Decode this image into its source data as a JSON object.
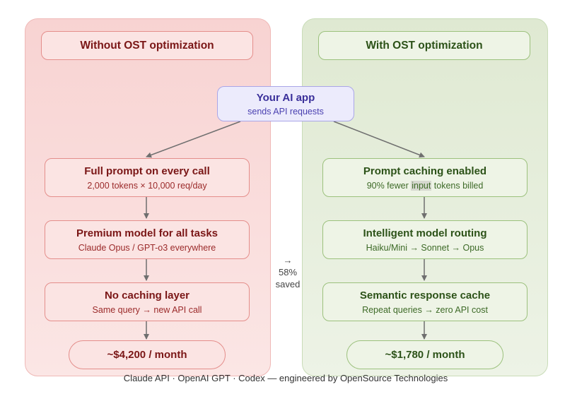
{
  "left": {
    "header": "Without OST optimization",
    "steps": [
      {
        "title": "Full prompt on every call",
        "subtitle": "2,000 tokens × 10,000 req/day"
      },
      {
        "title": "Premium model for all tasks",
        "subtitle": "Claude Opus / GPT-o3 everywhere"
      },
      {
        "title": "No caching layer",
        "subtitle": "Same query → new API call"
      }
    ],
    "result": "~$4,200 / month"
  },
  "right": {
    "header": "With OST optimization",
    "steps": [
      {
        "title": "Prompt caching enabled",
        "subtitle_pre": "90% fewer ",
        "subtitle_hl": "input",
        "subtitle_post": " tokens billed"
      },
      {
        "title": "Intelligent model routing",
        "subtitle": "Haiku/Mini → Sonnet → Opus"
      },
      {
        "title": "Semantic response cache",
        "subtitle": "Repeat queries → zero API cost"
      }
    ],
    "result": "~$1,780 / month"
  },
  "app": {
    "title": "Your AI app",
    "subtitle": "sends API requests"
  },
  "savings": {
    "arrow": "→",
    "percent": "58%",
    "label": "saved"
  },
  "footer": "Claude API · OpenAI GPT · Codex — engineered by OpenSource Technologies",
  "colors": {
    "left_accent": "#8a1c1c",
    "right_accent": "#2e5a1b",
    "app_accent": "#3a2f9a"
  }
}
